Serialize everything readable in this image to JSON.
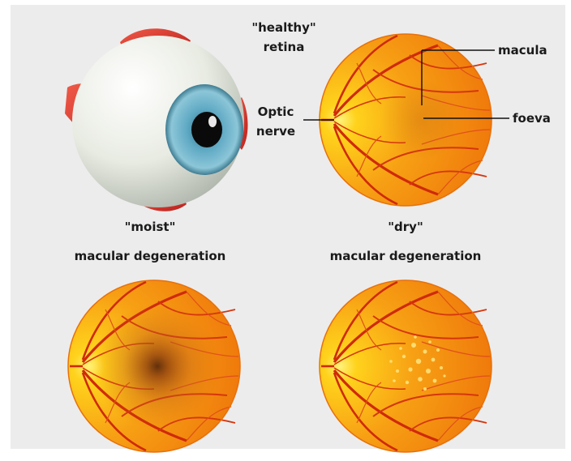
{
  "labels": {
    "healthy_line1": "\"healthy\"",
    "healthy_line2": "retina",
    "optic_line1": "Optic",
    "optic_line2": "nerve",
    "macula": "macula",
    "foeva": "foeva",
    "moist_line1": "\"moist\"",
    "moist_line2": "macular degeneration",
    "dry_line1": "\"dry\"",
    "dry_line2": "macular degeneration"
  },
  "colors": {
    "panel": "#ececec",
    "retina_orange": "#f07c0c",
    "retina_yellow": "#ffd21c",
    "vessel_red": "#d22a0a",
    "eyeball_white": "#eef0e8",
    "iris_blue": "#5fa9c4",
    "muscle_red": "#d8332a"
  },
  "icons": [
    "eyeball-illustration",
    "retina-illustration"
  ]
}
